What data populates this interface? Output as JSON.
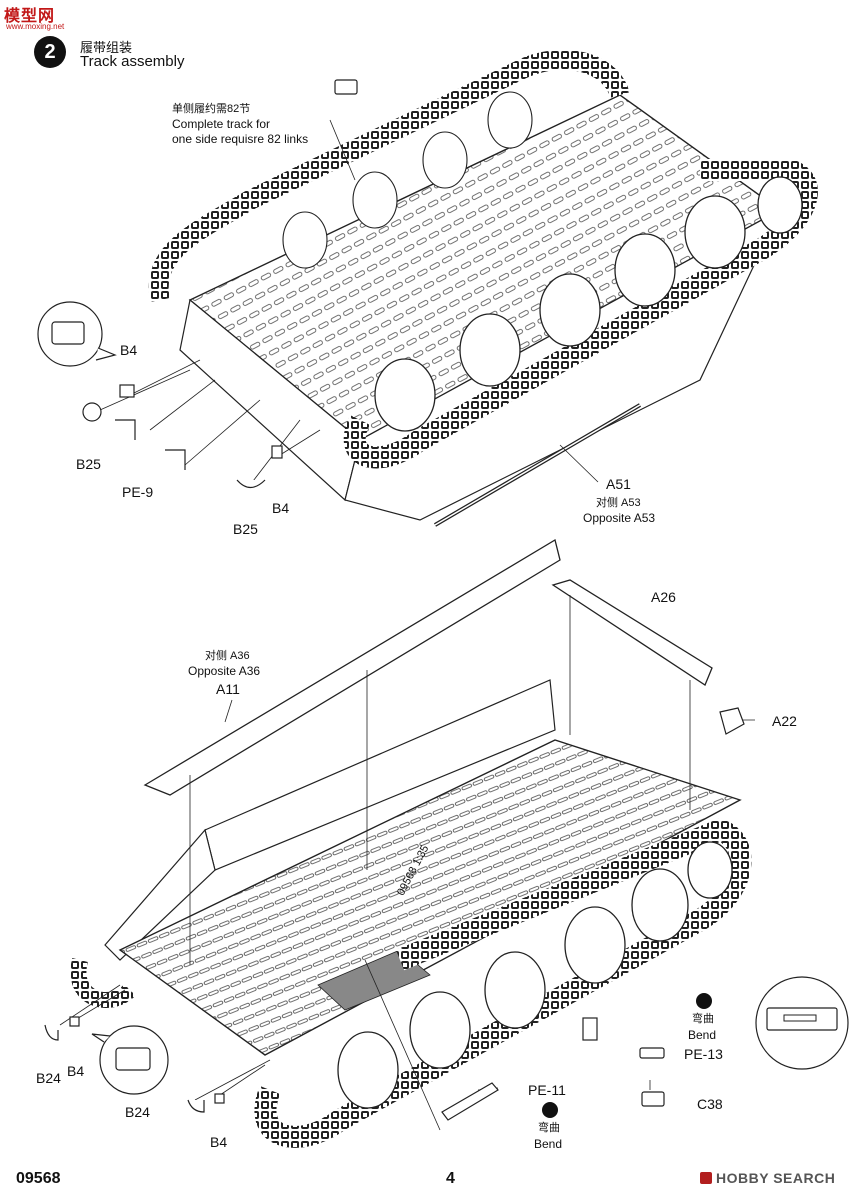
{
  "watermark": {
    "text": "模型网",
    "url": "www.moxing.net"
  },
  "header": {
    "step_number": "2",
    "title_cn": "履带组装",
    "title_en": "Track assembly"
  },
  "notes": {
    "track_cn": "单侧履约需82节",
    "track_en_line1": "Complete track for",
    "track_en_line2": "one side requisre 82 links"
  },
  "upper_parts": {
    "b4_top": "B4",
    "b25_left": "B25",
    "pe9": "PE-9",
    "b25_bottom": "B25",
    "b4_bottom": "B4",
    "a51": "A51",
    "a51_cn": "对侧 A53",
    "a51_en": "Opposite A53"
  },
  "lower_parts": {
    "a26": "A26",
    "a22": "A22",
    "a11_cn": "对侧 A36",
    "a11_en": "Opposite A36",
    "a11": "A11",
    "b24_left": "B24",
    "b4_left": "B4",
    "b24_bottom": "B24",
    "b4_bottom": "B4",
    "pe11": "PE-11",
    "bend_cn_1": "弯曲",
    "bend_en_1": "Bend",
    "bend_cn_2": "弯曲",
    "bend_en_2": "Bend",
    "pe13": "PE-13",
    "c38": "C38",
    "hull_marking": "09568 1:35"
  },
  "footer": {
    "product_code": "09568",
    "page_number": "4",
    "brand": "HOBBY SEARCH"
  }
}
